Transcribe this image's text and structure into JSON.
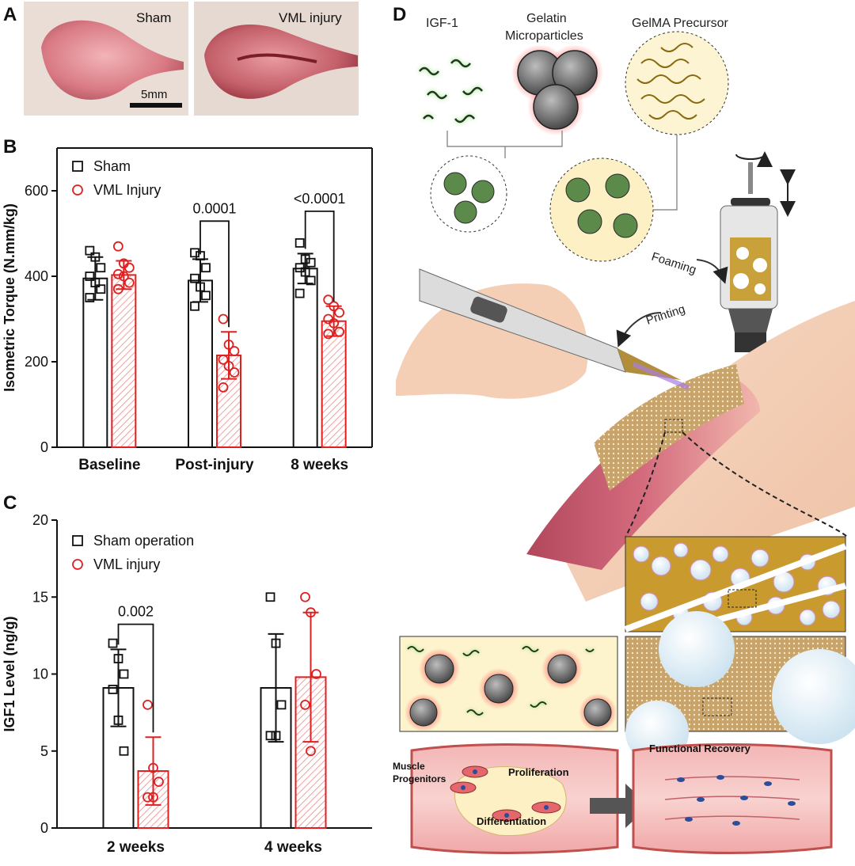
{
  "panel_letters": {
    "a": "A",
    "b": "B",
    "c": "C",
    "d": "D"
  },
  "panel_a": {
    "left_label": "Sham",
    "right_label": "VML injury",
    "scale_bar": "5mm"
  },
  "chart_data": [
    {
      "type": "bar",
      "panel": "B",
      "ylabel": "Isometric Torque (N.mm/kg)",
      "ylim": [
        0,
        700
      ],
      "yticks": [
        0,
        200,
        400,
        600
      ],
      "categories": [
        "Baseline",
        "Post-injury",
        "8 weeks"
      ],
      "legend": [
        "Sham",
        "VML Injury"
      ],
      "series": [
        {
          "name": "Sham",
          "color": "#111111",
          "values": [
            395,
            390,
            418
          ],
          "sd": [
            50,
            50,
            35
          ],
          "points": [
            [
              460,
              445,
              420,
              400,
              385,
              370,
              350
            ],
            [
              455,
              448,
              420,
              395,
              375,
              355,
              330
            ],
            [
              478,
              440,
              432,
              420,
              410,
              390,
              360
            ]
          ]
        },
        {
          "name": "VML Injury",
          "color": "#e02020",
          "values": [
            403,
            215,
            295
          ],
          "sd": [
            33,
            55,
            35
          ],
          "points": [
            [
              470,
              430,
              420,
              405,
              400,
              385,
              370
            ],
            [
              300,
              240,
              225,
              205,
              190,
              175,
              140
            ],
            [
              345,
              330,
              315,
              300,
              290,
              270,
              265
            ]
          ]
        }
      ],
      "comparisons": [
        {
          "category": "Post-injury",
          "label": "0.0001"
        },
        {
          "category": "8 weeks",
          "label": "<0.0001"
        }
      ]
    },
    {
      "type": "bar",
      "panel": "C",
      "ylabel": "IGF1 Level (ng/g)",
      "ylim": [
        0,
        20
      ],
      "yticks": [
        0,
        5,
        10,
        15,
        20
      ],
      "categories": [
        "2 weeks",
        "4 weeks"
      ],
      "legend": [
        "Sham operation",
        "VML injury"
      ],
      "series": [
        {
          "name": "Sham operation",
          "color": "#111111",
          "values": [
            9.1,
            9.1
          ],
          "sd": [
            2.5,
            3.5
          ],
          "points": [
            [
              12,
              11,
              10,
              9,
              7,
              5
            ],
            [
              15,
              12,
              8,
              6,
              6
            ]
          ]
        },
        {
          "name": "VML injury",
          "color": "#e02020",
          "values": [
            3.7,
            9.8
          ],
          "sd": [
            2.2,
            4.2
          ],
          "points": [
            [
              8,
              3.9,
              3,
              2,
              2
            ],
            [
              15,
              14,
              10,
              8,
              5
            ]
          ]
        }
      ],
      "comparisons": [
        {
          "category": "2 weeks",
          "label": "0.002"
        }
      ]
    }
  ],
  "panel_d": {
    "igf": "IGF-1",
    "microparticles_line1": "Gelatin",
    "microparticles_line2": "Microparticles",
    "precursor": "GelMA Precursor",
    "foaming": "Foaming",
    "printing": "Printing",
    "muscle_progenitors_line1": "Muscle",
    "muscle_progenitors_line2": "Progenitors",
    "proliferation": "Proliferation",
    "differentiation": "Differentiation",
    "functional_recovery": "Functional Recovery"
  }
}
